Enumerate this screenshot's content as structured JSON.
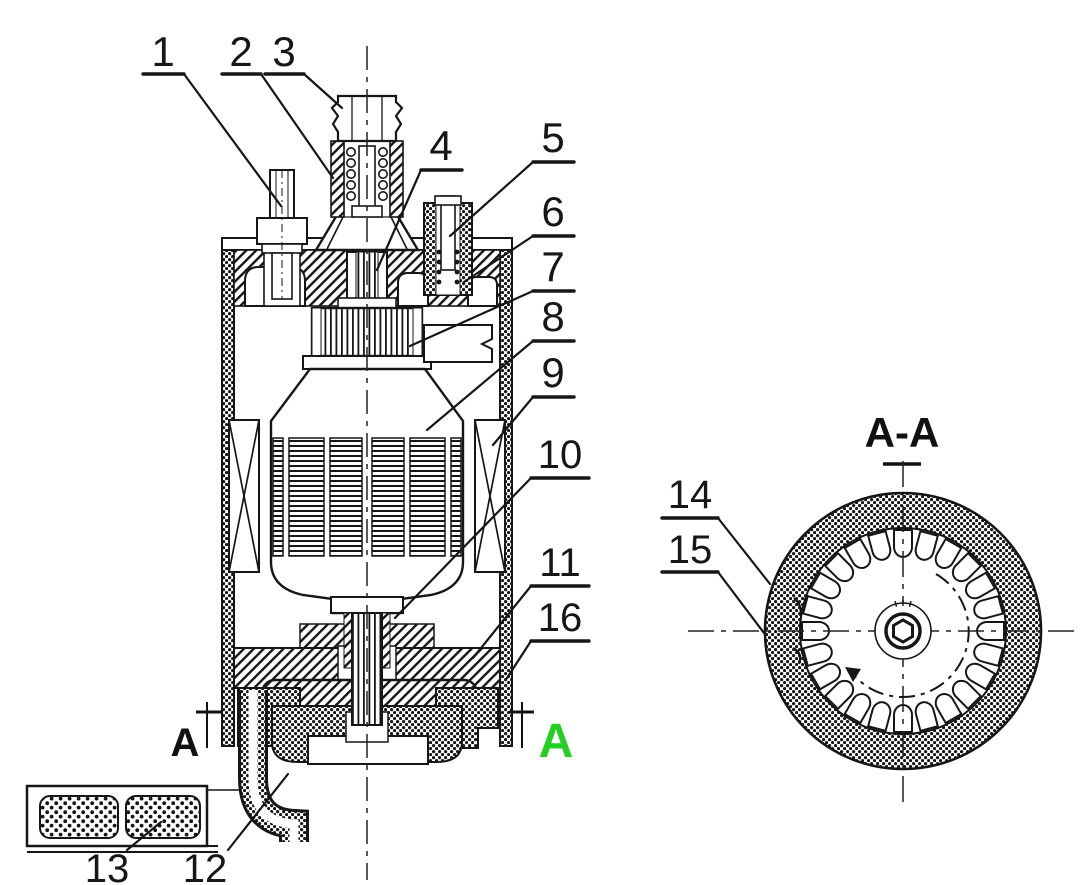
{
  "diagram": {
    "type": "technical-sectional-drawing",
    "section_view_title": "A-A",
    "section_marker_left": "A",
    "section_marker_right": "A",
    "colors": {
      "ink": "#161616",
      "background": "#ffffff",
      "section_marker_accent": "#22cf22"
    },
    "callouts": [
      {
        "label": "1"
      },
      {
        "label": "2"
      },
      {
        "label": "3"
      },
      {
        "label": "4"
      },
      {
        "label": "5"
      },
      {
        "label": "6"
      },
      {
        "label": "7"
      },
      {
        "label": "8"
      },
      {
        "label": "9"
      },
      {
        "label": "10"
      },
      {
        "label": "11"
      },
      {
        "label": "12"
      },
      {
        "label": "13"
      },
      {
        "label": "14"
      },
      {
        "label": "15"
      },
      {
        "label": "16"
      }
    ]
  }
}
